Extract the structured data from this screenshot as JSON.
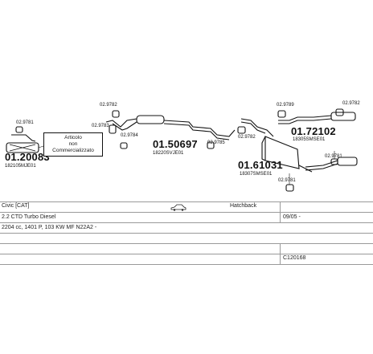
{
  "diagram": {
    "parts": [
      {
        "code": "01.20083",
        "ref": "182105MJE01"
      },
      {
        "code": "01.50697",
        "ref": "18220SVJE01"
      },
      {
        "code": "01.72102",
        "ref": "18305SMSE01"
      },
      {
        "code": "01.61031",
        "ref": "18307SMSE01"
      }
    ],
    "callouts": [
      "02.9781",
      "02.9782",
      "02.9783",
      "02.9784",
      "02.9785",
      "02.9782",
      "02.9789",
      "02.9782",
      "02.9781",
      "02.9781"
    ],
    "note_lines": [
      "Articolo",
      "non",
      "Commercializzato"
    ]
  },
  "table": {
    "model": "Civic [CAT]",
    "body": "Hatchback",
    "date": "09/05 -",
    "engine": "2.2 CTD Turbo Diesel",
    "spec": "2204 cc, 1401 P, 103 KW MF N22A2 -",
    "code": "C120168"
  }
}
